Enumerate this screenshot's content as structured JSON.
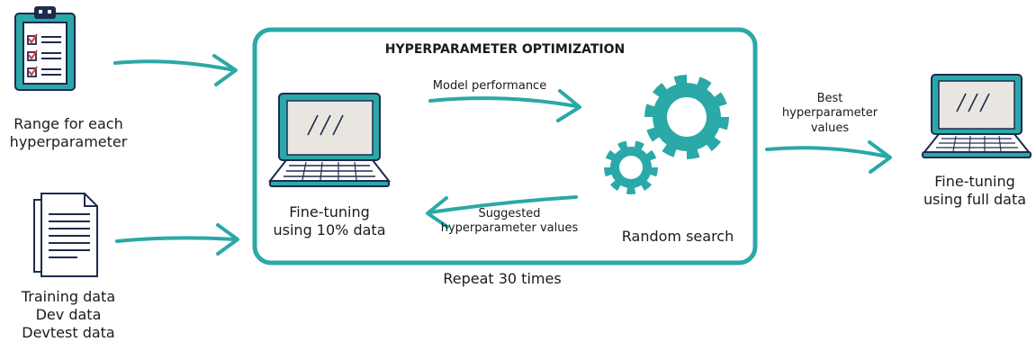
{
  "box_title": "HYPERPARAMETER OPTIMIZATION",
  "inputs": {
    "range": {
      "label_lines": [
        "Range for each",
        "hyperparameter"
      ],
      "icon": "clipboard-checklist-icon"
    },
    "data": {
      "label_lines": [
        "Training data",
        "Dev data",
        "Devtest data"
      ],
      "icon": "document-stack-icon"
    }
  },
  "loop": {
    "finetune_label_lines": [
      "Fine-tuning",
      "using 10% data"
    ],
    "search_label": "Random search",
    "to_search_label": "Model performance",
    "to_finetune_label_lines": [
      "Suggested",
      "hyperparameter values"
    ],
    "repeat_label": "Repeat 30 times",
    "laptop_icon": "laptop-icon",
    "gear_icon": "gears-icon"
  },
  "output": {
    "arrow_label_lines": [
      "Best",
      "hyperparameter",
      "values"
    ],
    "final_label_lines": [
      "Fine-tuning",
      "using full data"
    ],
    "laptop_icon": "laptop-icon"
  },
  "colors": {
    "teal": "#2ba8a8",
    "teal_dark": "#1e8b8b",
    "navy": "#1d2b4f",
    "screen": "#e9e6e1",
    "text": "#1b1b1b"
  }
}
